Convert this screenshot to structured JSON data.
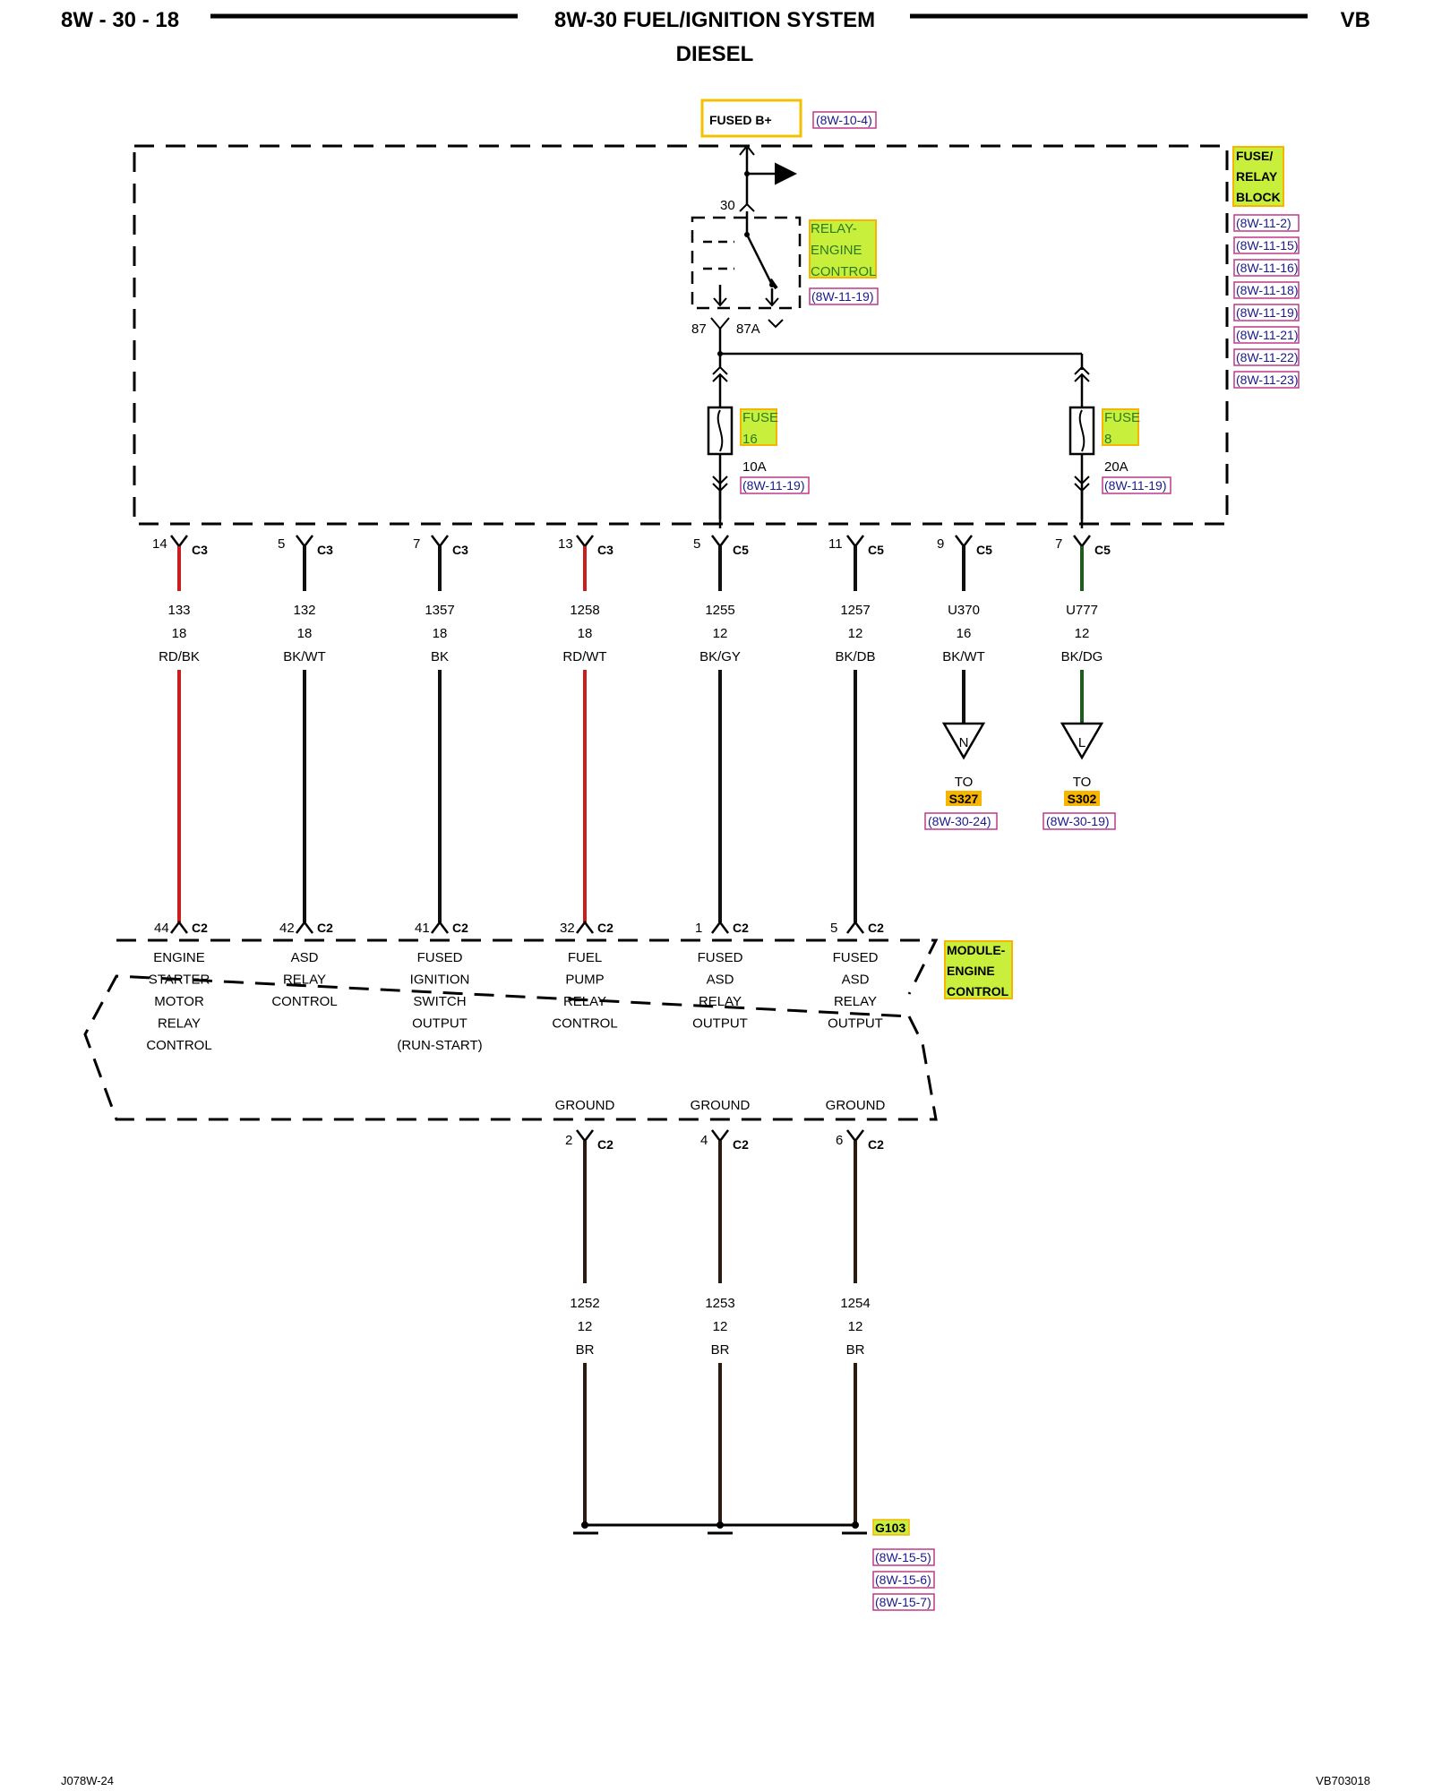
{
  "header": {
    "page_id": "8W - 30 - 18",
    "title": "8W-30 FUEL/IGNITION SYSTEM",
    "subtitle": "DIESEL",
    "model": "VB"
  },
  "footer": {
    "left": "J078W-24",
    "right": "VB703018"
  },
  "colors": {
    "red_wire": "#c81e1e",
    "black_wire": "#111111",
    "brown_wire": "#2a1a0f",
    "green_wire": "#1f5a1f",
    "yellow_box": "#f2c200",
    "highlight": "#c8ef3c",
    "orange_hl": "#f7b500",
    "ref_border": "#c0398a"
  },
  "power": {
    "label": "FUSED B+",
    "ref": "(8W-10-4)"
  },
  "fuse_relay_block": {
    "label": [
      "FUSE/",
      "RELAY",
      "BLOCK"
    ],
    "refs": [
      "(8W-11-2)",
      "(8W-11-15)",
      "(8W-11-16)",
      "(8W-11-18)",
      "(8W-11-19)",
      "(8W-11-21)",
      "(8W-11-22)",
      "(8W-11-23)"
    ]
  },
  "relay": {
    "label": [
      "RELAY-",
      "ENGINE",
      "CONTROL"
    ],
    "ref": "(8W-11-19)",
    "pin_30": "30",
    "pin_87": "87",
    "pin_87a": "87A"
  },
  "fuses": [
    {
      "name": [
        "FUSE",
        "16"
      ],
      "rating": "10A",
      "ref": "(8W-11-19)"
    },
    {
      "name": [
        "FUSE",
        "8"
      ],
      "rating": "20A",
      "ref": "(8W-11-19)"
    }
  ],
  "upper_wires": [
    {
      "pin": "14",
      "conn": "C3",
      "circuit": "133",
      "gauge": "18",
      "color": "RD/BK"
    },
    {
      "pin": "5",
      "conn": "C3",
      "circuit": "132",
      "gauge": "18",
      "color": "BK/WT"
    },
    {
      "pin": "7",
      "conn": "C3",
      "circuit": "1357",
      "gauge": "18",
      "color": "BK"
    },
    {
      "pin": "13",
      "conn": "C3",
      "circuit": "1258",
      "gauge": "18",
      "color": "RD/WT"
    },
    {
      "pin": "5",
      "conn": "C5",
      "circuit": "1255",
      "gauge": "12",
      "color": "BK/GY"
    },
    {
      "pin": "11",
      "conn": "C5",
      "circuit": "1257",
      "gauge": "12",
      "color": "BK/DB"
    },
    {
      "pin": "9",
      "conn": "C5",
      "circuit": "U370",
      "gauge": "16",
      "color": "BK/WT"
    },
    {
      "pin": "7",
      "conn": "C5",
      "circuit": "U777",
      "gauge": "12",
      "color": "BK/DG"
    }
  ],
  "splices": [
    {
      "letter": "N",
      "to": "TO",
      "name": "S327",
      "ref": "(8W-30-24)"
    },
    {
      "letter": "L",
      "to": "TO",
      "name": "S302",
      "ref": "(8W-30-19)"
    }
  ],
  "module": {
    "label": [
      "MODULE-",
      "ENGINE",
      "CONTROL"
    ],
    "pins": [
      {
        "pin": "44",
        "conn": "C2",
        "func": [
          "ENGINE",
          "STARTER",
          "MOTOR",
          "RELAY",
          "CONTROL"
        ]
      },
      {
        "pin": "42",
        "conn": "C2",
        "func": [
          "ASD",
          "RELAY",
          "CONTROL"
        ]
      },
      {
        "pin": "41",
        "conn": "C2",
        "func": [
          "FUSED",
          "IGNITION",
          "SWITCH",
          "OUTPUT",
          "(RUN-START)"
        ]
      },
      {
        "pin": "32",
        "conn": "C2",
        "func": [
          "FUEL",
          "PUMP",
          "RELAY",
          "CONTROL"
        ]
      },
      {
        "pin": "1",
        "conn": "C2",
        "func": [
          "FUSED",
          "ASD",
          "RELAY",
          "OUTPUT"
        ]
      },
      {
        "pin": "5",
        "conn": "C2",
        "func": [
          "FUSED",
          "ASD",
          "RELAY",
          "OUTPUT"
        ]
      }
    ],
    "grounds": [
      {
        "label": "GROUND",
        "pin": "2",
        "conn": "C2",
        "circuit": "1252",
        "gauge": "12",
        "color": "BR"
      },
      {
        "label": "GROUND",
        "pin": "4",
        "conn": "C2",
        "circuit": "1253",
        "gauge": "12",
        "color": "BR"
      },
      {
        "label": "GROUND",
        "pin": "6",
        "conn": "C2",
        "circuit": "1254",
        "gauge": "12",
        "color": "BR"
      }
    ]
  },
  "ground_point": {
    "name": "G103",
    "refs": [
      "(8W-15-5)",
      "(8W-15-6)",
      "(8W-15-7)"
    ]
  }
}
